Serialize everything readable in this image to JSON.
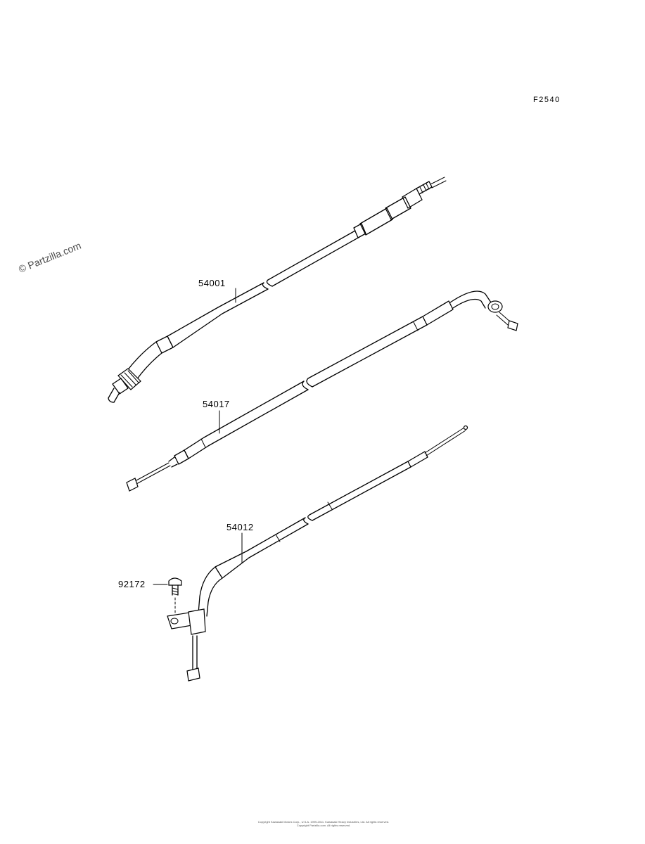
{
  "diagram": {
    "figure_code": "F2540",
    "watermark": "© Partzilla.com",
    "copyright_line_1": "Copyright Kawasaki Motors Corp., U.S.A. 1999-2011. Kawasaki Heavy Industries, Ltd. All rights reserved.",
    "copyright_line_2": "Copyright Partzilla.com. All rights reserved.",
    "parts": [
      {
        "number": "54001"
      },
      {
        "number": "54017"
      },
      {
        "number": "54012"
      },
      {
        "number": "92172"
      }
    ]
  }
}
